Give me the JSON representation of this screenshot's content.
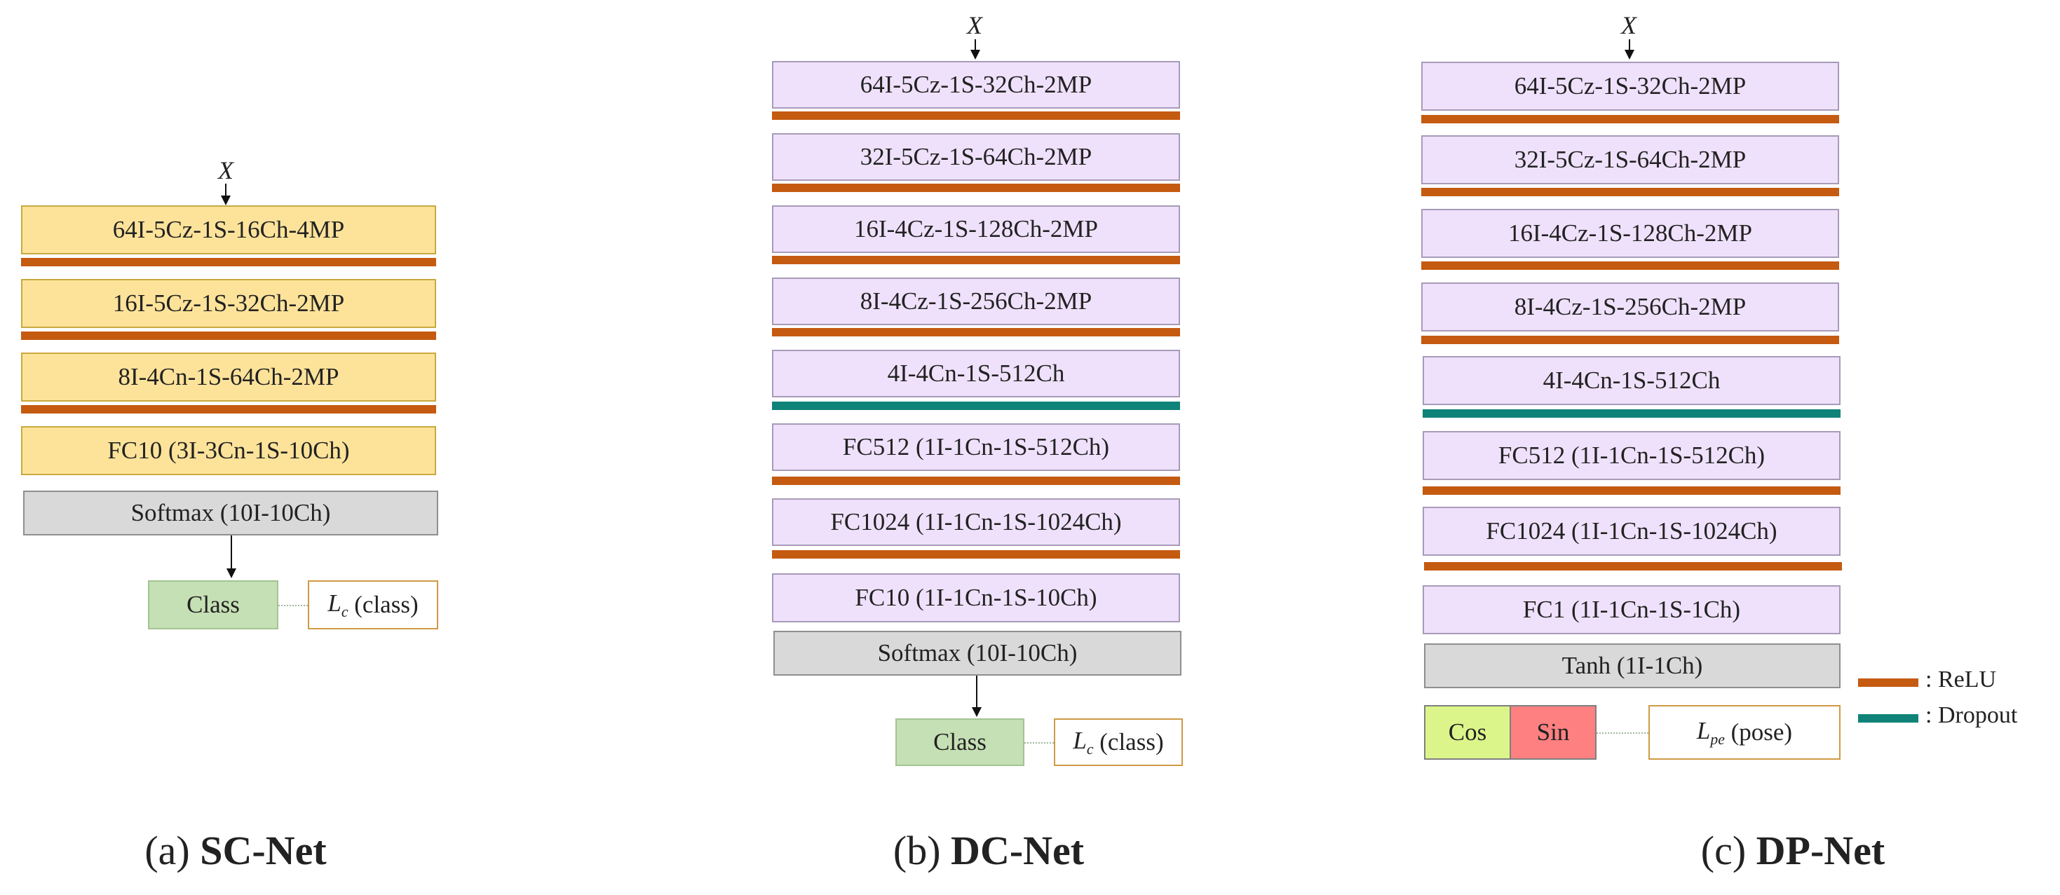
{
  "input_label": "X",
  "colors": {
    "relu": "#c55a11",
    "dropout": "#108378",
    "conv_a": "#fde39a",
    "conv_b": "#efe1fb",
    "output_layer": "#d9d9d9",
    "class": "#c5e0b4",
    "cos": "#dcf58a",
    "sin": "#ff8080"
  },
  "legend": {
    "relu": ": ReLU",
    "dropout": ": Dropout"
  },
  "panel_a": {
    "caption_tag": "(a)",
    "caption_name": "SC-Net",
    "layers": [
      "64I-5Cz-1S-16Ch-4MP",
      "16I-5Cz-1S-32Ch-2MP",
      "8I-4Cn-1S-64Ch-2MP",
      "FC10 (3I-3Cn-1S-10Ch)"
    ],
    "output_layer": "Softmax (10I-10Ch)",
    "class_label": "Class",
    "loss_symbol": "L",
    "loss_sub": "c",
    "loss_text": "(class)"
  },
  "panel_b": {
    "caption_tag": "(b)",
    "caption_name": "DC-Net",
    "layers": [
      "64I-5Cz-1S-32Ch-2MP",
      "32I-5Cz-1S-64Ch-2MP",
      "16I-4Cz-1S-128Ch-2MP",
      "8I-4Cz-1S-256Ch-2MP",
      "4I-4Cn-1S-512Ch",
      "FC512 (1I-1Cn-1S-512Ch)",
      "FC1024 (1I-1Cn-1S-1024Ch)",
      "FC10 (1I-1Cn-1S-10Ch)"
    ],
    "output_layer": "Softmax (10I-10Ch)",
    "class_label": "Class",
    "loss_symbol": "L",
    "loss_sub": "c",
    "loss_text": "(class)"
  },
  "panel_c": {
    "caption_tag": "(c)",
    "caption_name": "DP-Net",
    "layers": [
      "64I-5Cz-1S-32Ch-2MP",
      "32I-5Cz-1S-64Ch-2MP",
      "16I-4Cz-1S-128Ch-2MP",
      "8I-4Cz-1S-256Ch-2MP",
      "4I-4Cn-1S-512Ch",
      "FC512 (1I-1Cn-1S-512Ch)",
      "FC1024 (1I-1Cn-1S-1024Ch)",
      "FC1 (1I-1Cn-1S-1Ch)"
    ],
    "output_layer": "Tanh (1I-1Ch)",
    "cos_label": "Cos",
    "sin_label": "Sin",
    "loss_symbol": "L",
    "loss_sub": "pe",
    "loss_text": "(pose)"
  }
}
